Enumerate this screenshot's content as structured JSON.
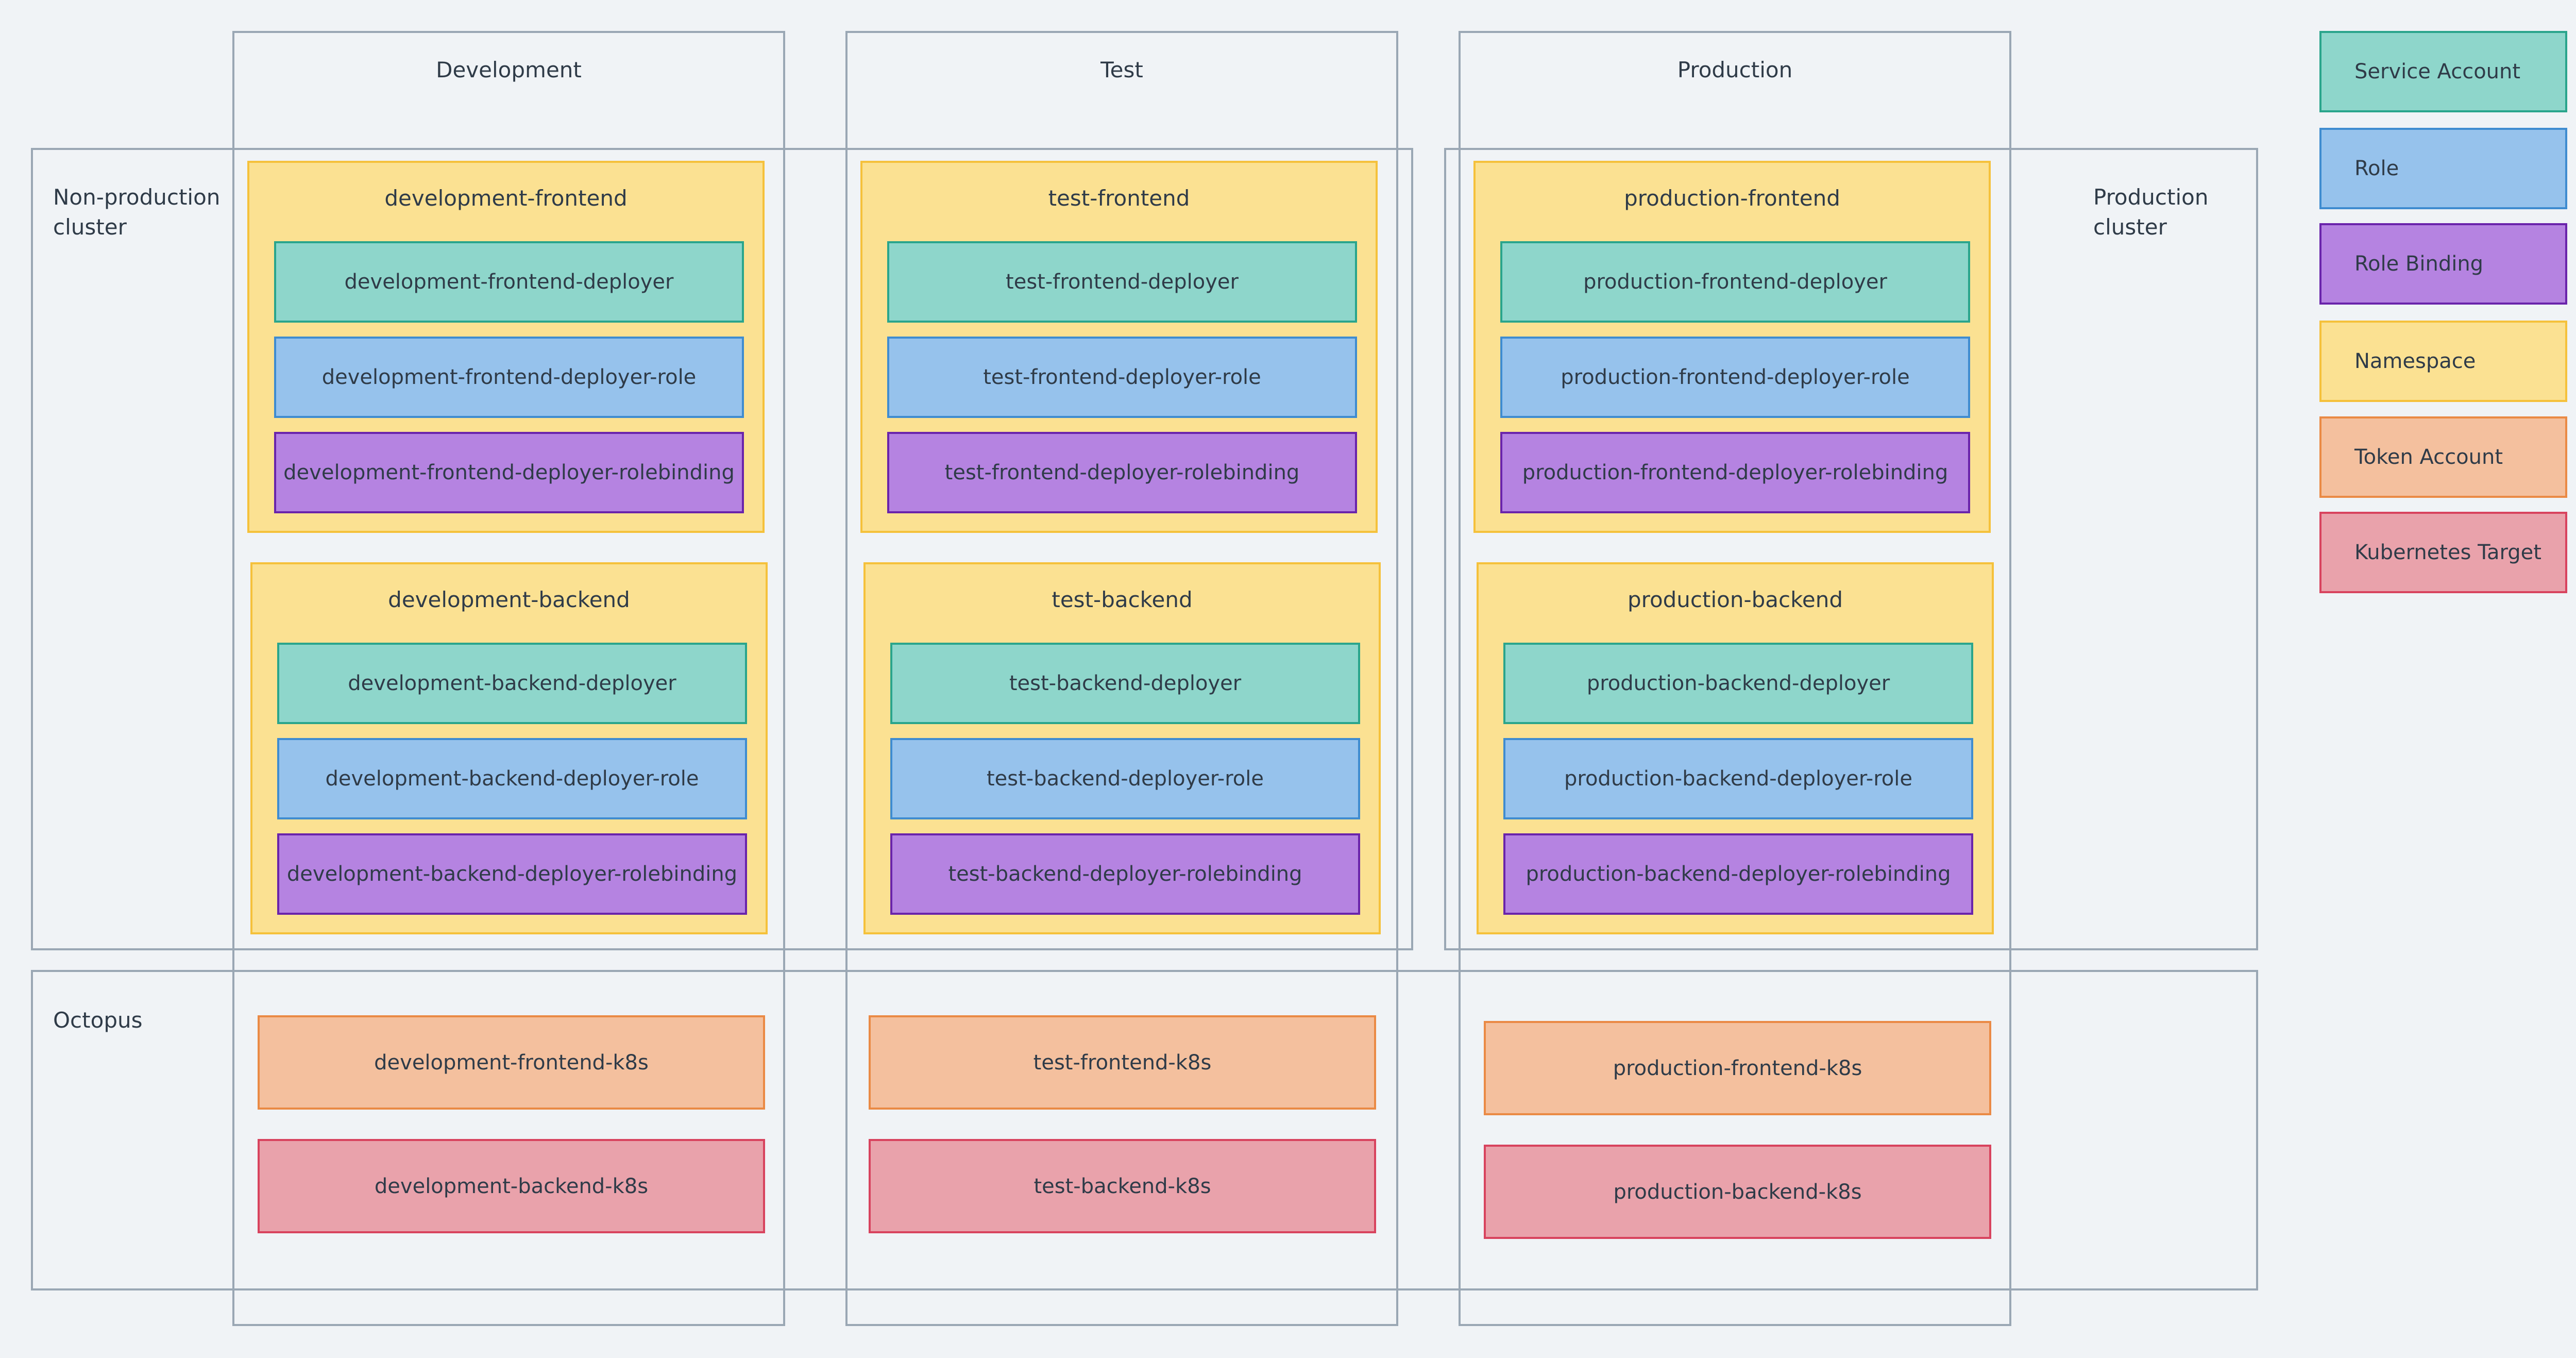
{
  "environments": {
    "development": "Development",
    "test": "Test",
    "production": "Production"
  },
  "areas": {
    "nonprod_cluster": "Non-production\ncluster",
    "prod_cluster": "Production\ncluster",
    "octopus": "Octopus"
  },
  "namespaces": {
    "dev_frontend": {
      "title": "development-frontend",
      "service_account": "development-frontend-deployer",
      "role": "development-frontend-deployer-role",
      "role_binding": "development-frontend-deployer-rolebinding"
    },
    "dev_backend": {
      "title": "development-backend",
      "service_account": "development-backend-deployer",
      "role": "development-backend-deployer-role",
      "role_binding": "development-backend-deployer-rolebinding"
    },
    "test_frontend": {
      "title": "test-frontend",
      "service_account": "test-frontend-deployer",
      "role": "test-frontend-deployer-role",
      "role_binding": "test-frontend-deployer-rolebinding"
    },
    "test_backend": {
      "title": "test-backend",
      "service_account": "test-backend-deployer",
      "role": "test-backend-deployer-role",
      "role_binding": "test-backend-deployer-rolebinding"
    },
    "prod_frontend": {
      "title": "production-frontend",
      "service_account": "production-frontend-deployer",
      "role": "production-frontend-deployer-role",
      "role_binding": "production-frontend-deployer-rolebinding"
    },
    "prod_backend": {
      "title": "production-backend",
      "service_account": "production-backend-deployer",
      "role": "production-backend-deployer-role",
      "role_binding": "production-backend-deployer-rolebinding"
    }
  },
  "targets": {
    "dev_frontend_token": "development-frontend-k8s",
    "dev_backend_target": "development-backend-k8s",
    "test_frontend_token": "test-frontend-k8s",
    "test_backend_target": "test-backend-k8s",
    "prod_frontend_token": "production-frontend-k8s",
    "prod_backend_target": "production-backend-k8s"
  },
  "legend": {
    "service_account": "Service Account",
    "role": "Role",
    "role_binding": "Role Binding",
    "namespace": "Namespace",
    "token_account": "Token Account",
    "kubernetes_target": "Kubernetes Target"
  },
  "colors": {
    "service_account": "#8ed6cb",
    "role": "#96c2ec",
    "role_binding": "#b583e1",
    "namespace": "#fbe192",
    "token_account": "#f4c09e",
    "kubernetes_target": "#e9a2ab",
    "frame": "#9aa7b4"
  }
}
